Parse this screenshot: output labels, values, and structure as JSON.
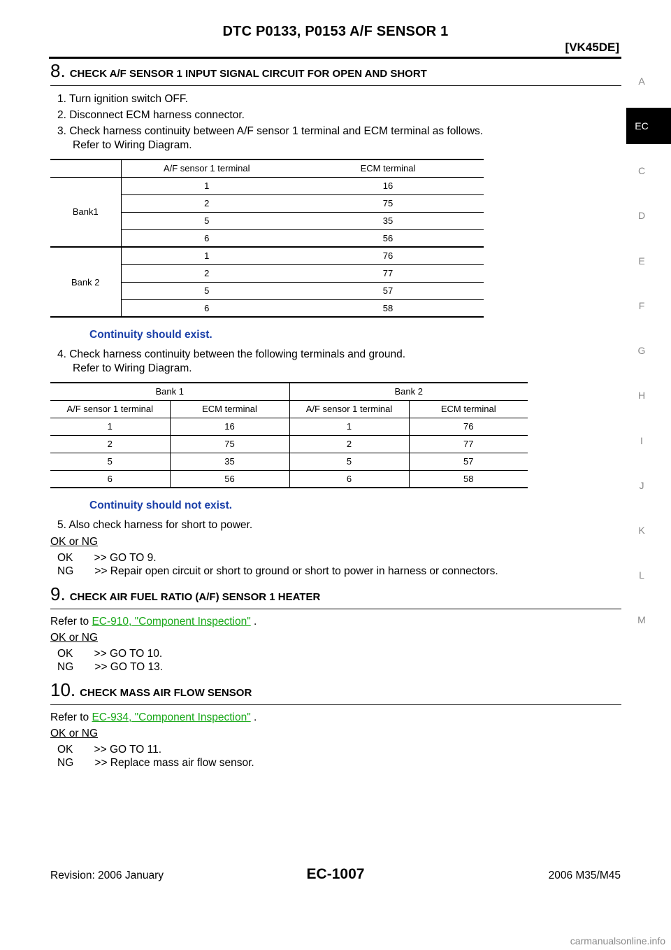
{
  "header": {
    "title": "DTC P0133, P0153 A/F SENSOR 1",
    "engine": "[VK45DE]"
  },
  "side_index": [
    "A",
    "EC",
    "C",
    "D",
    "E",
    "F",
    "G",
    "H",
    "I",
    "J",
    "K",
    "L",
    "M"
  ],
  "step8": {
    "num": "8.",
    "title": "CHECK A/F SENSOR 1 INPUT SIGNAL CIRCUIT FOR OPEN AND SHORT",
    "s1": "1.  Turn ignition switch OFF.",
    "s2": "2.  Disconnect ECM harness connector.",
    "s3a": "3.  Check harness continuity between A/F sensor 1 terminal and ECM terminal as follows.",
    "s3b": "Refer to Wiring Diagram.",
    "table1": {
      "headers": [
        "A/F sensor 1 terminal",
        "ECM terminal"
      ],
      "groups": [
        {
          "label": "Bank1",
          "rows": [
            [
              "1",
              "16"
            ],
            [
              "2",
              "75"
            ],
            [
              "5",
              "35"
            ],
            [
              "6",
              "56"
            ]
          ]
        },
        {
          "label": "Bank 2",
          "rows": [
            [
              "1",
              "76"
            ],
            [
              "2",
              "77"
            ],
            [
              "5",
              "57"
            ],
            [
              "6",
              "58"
            ]
          ]
        }
      ]
    },
    "cont1": "Continuity should exist.",
    "s4a": "4.  Check harness continuity between the following terminals and ground.",
    "s4b": "Refer to Wiring Diagram.",
    "table2": {
      "banks": [
        "Bank 1",
        "Bank 2"
      ],
      "headers": [
        "A/F sensor 1 terminal",
        "ECM terminal",
        "A/F sensor 1 terminal",
        "ECM terminal"
      ],
      "rows": [
        [
          "1",
          "16",
          "1",
          "76"
        ],
        [
          "2",
          "75",
          "2",
          "77"
        ],
        [
          "5",
          "35",
          "5",
          "57"
        ],
        [
          "6",
          "56",
          "6",
          "58"
        ]
      ]
    },
    "cont2": "Continuity should not exist.",
    "s5": "5.  Also check harness for short to power.",
    "okng": "OK or NG",
    "ok": "OK       >> GO TO 9.",
    "ng": "NG       >> Repair open circuit or short to ground or short to power in harness or connectors."
  },
  "step9": {
    "num": "9.",
    "title": "CHECK AIR FUEL RATIO (A/F) SENSOR 1 HEATER",
    "refer_prefix": "Refer to ",
    "link": "EC-910, \"Component Inspection\"",
    "refer_suffix": " .",
    "okng": "OK or NG",
    "ok": "OK       >> GO TO 10.",
    "ng": "NG       >> GO TO 13."
  },
  "step10": {
    "num": "10.",
    "title": "CHECK MASS AIR FLOW SENSOR",
    "refer_prefix": "Refer to ",
    "link": "EC-934, \"Component Inspection\"",
    "refer_suffix": " .",
    "okng": "OK or NG",
    "ok": "OK       >> GO TO 11.",
    "ng": "NG       >> Replace mass air flow sensor."
  },
  "footer": {
    "revision": "Revision: 2006 January",
    "page": "EC-1007",
    "model": "2006 M35/M45"
  },
  "watermark": "carmanualsonline.info"
}
